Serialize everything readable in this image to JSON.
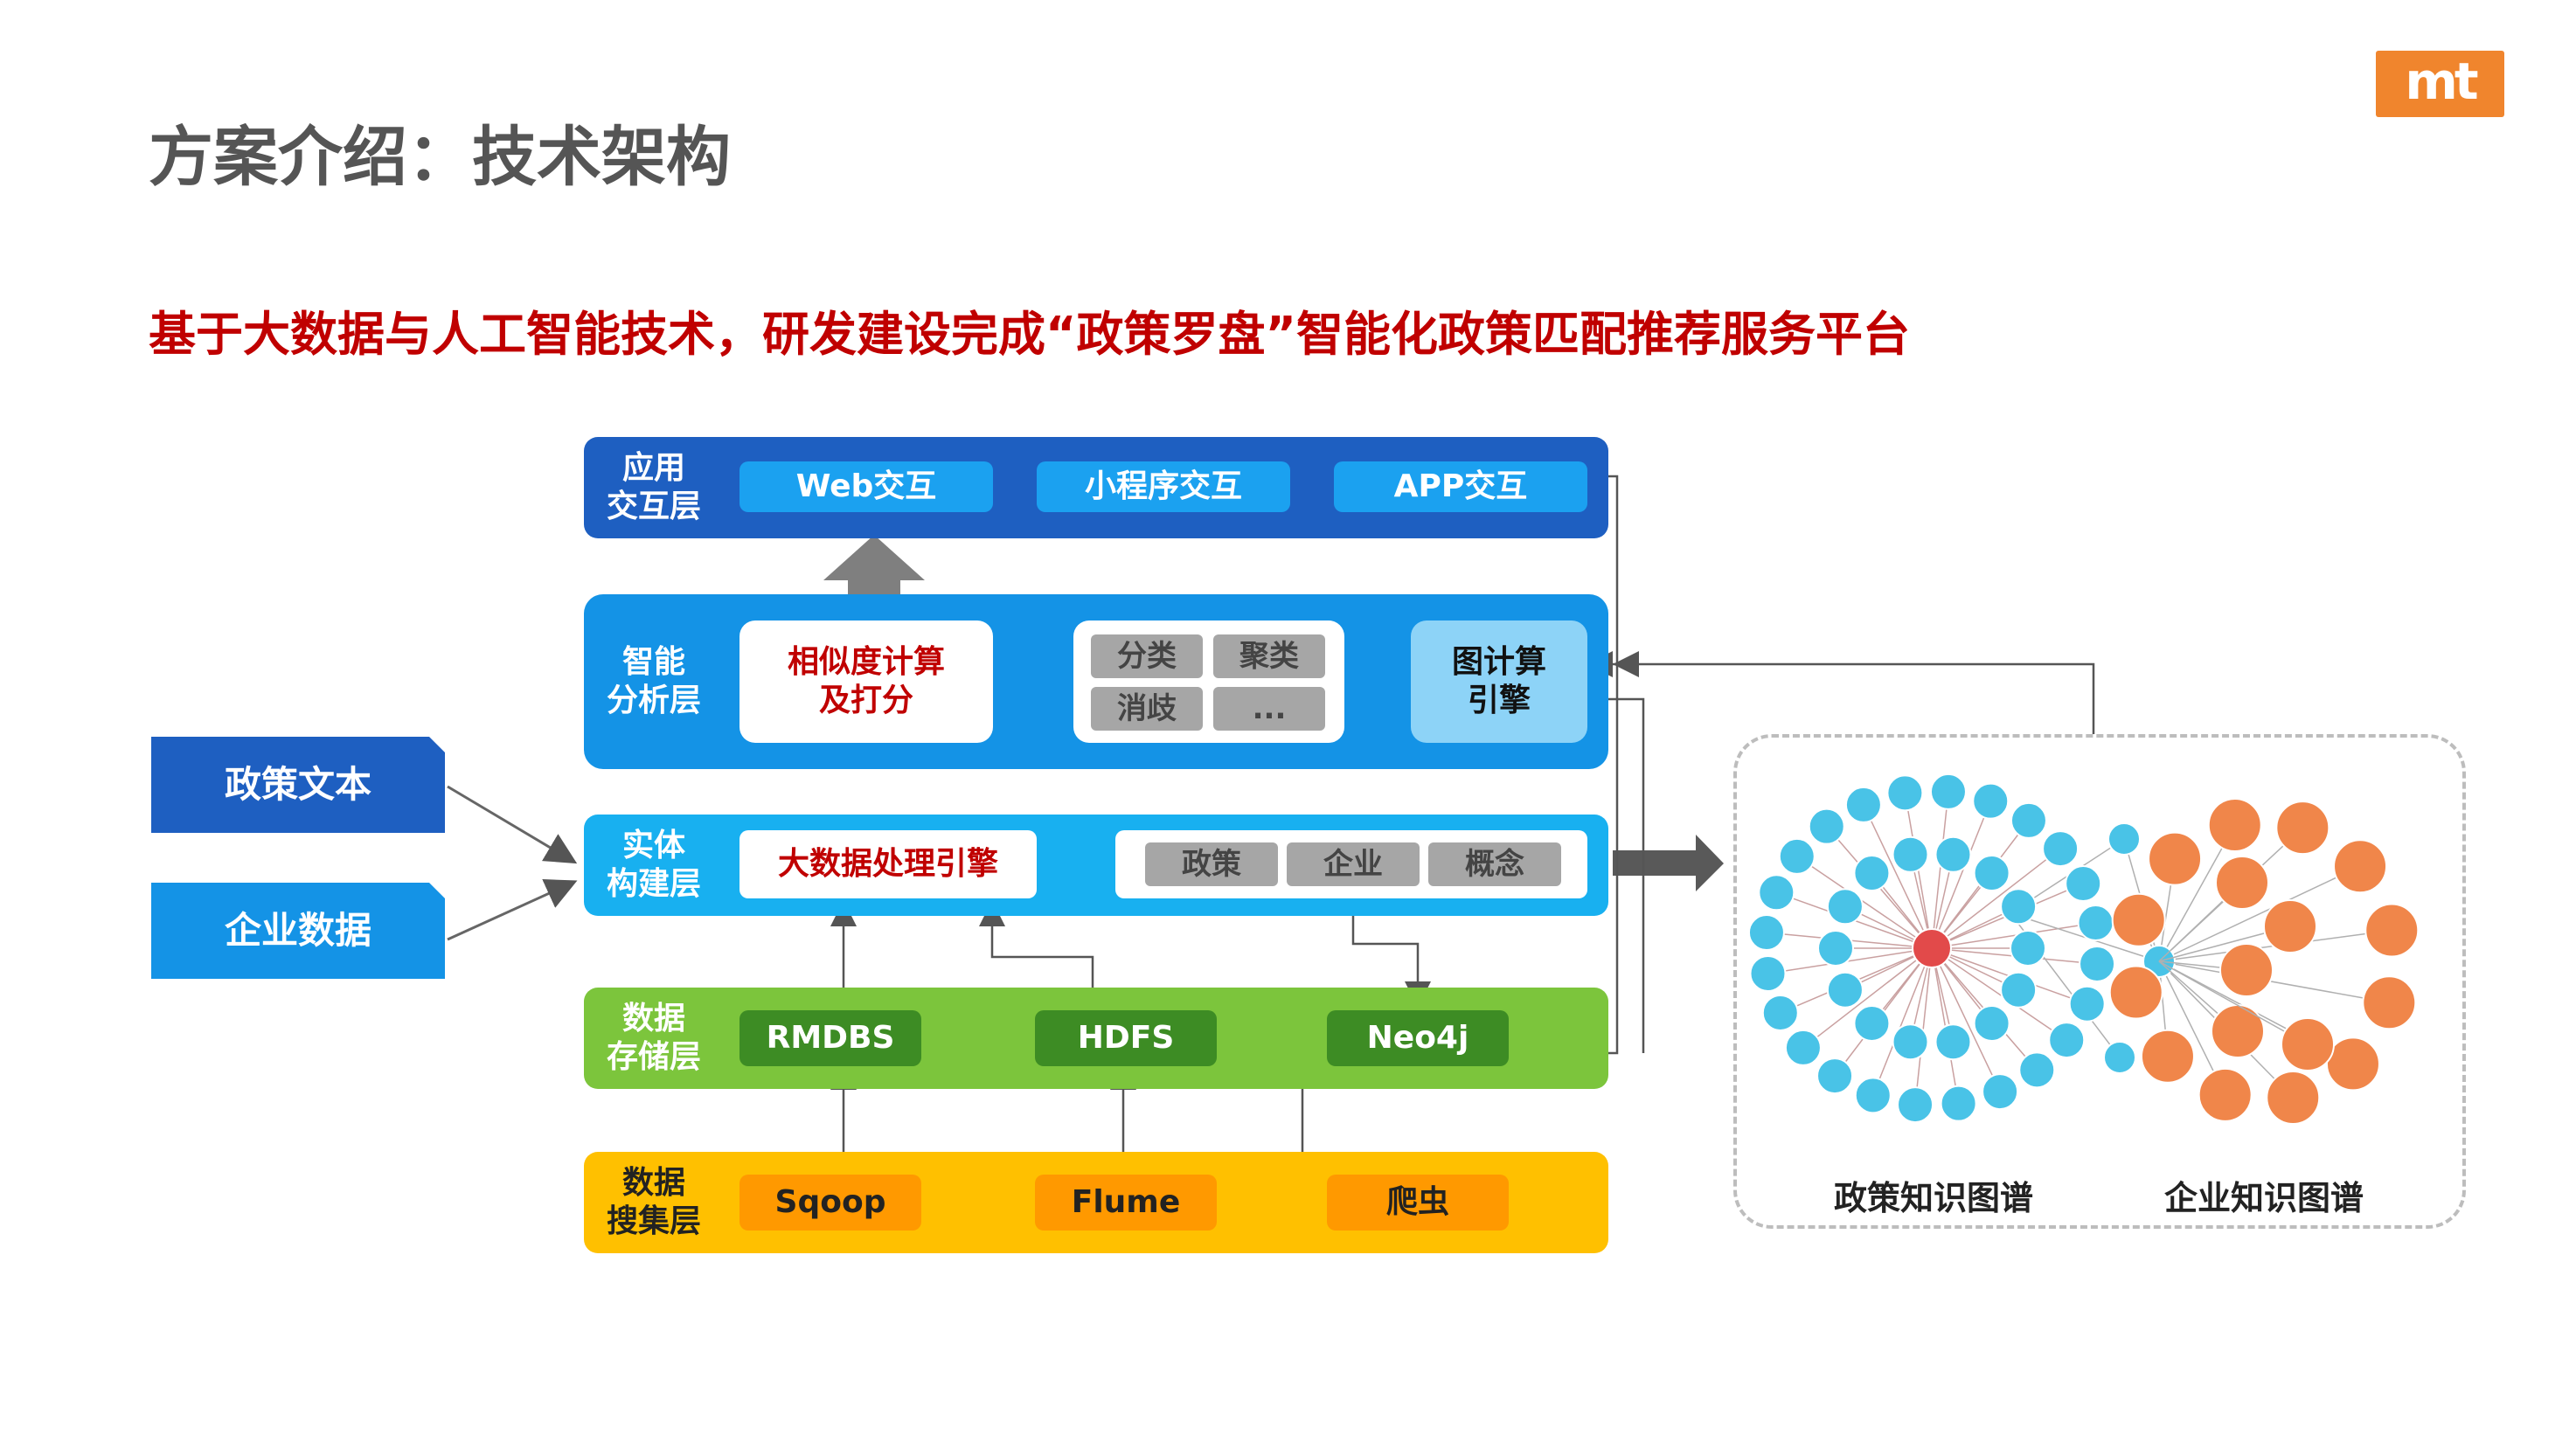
{
  "header": {
    "logo_text": "mt",
    "title": "方案介绍：技术架构",
    "subtitle": "基于大数据与人工智能技术，研发建设完成“政策罗盘”智能化政策匹配推荐服务平台"
  },
  "inputs": {
    "policy_text": "政策文本",
    "enterprise_data": "企业数据"
  },
  "layers": {
    "app": {
      "label": "应用交互层",
      "label_line1": "应用",
      "label_line2": "交互层",
      "items": [
        "Web交互",
        "小程序交互",
        "APP交互"
      ]
    },
    "analysis": {
      "label_line1": "智能",
      "label_line2": "分析层",
      "similarity_line1": "相似度计算",
      "similarity_line2": "及打分",
      "ops": [
        "分类",
        "聚类",
        "消歧",
        "..."
      ],
      "engine_line1": "图计算",
      "engine_line2": "引擎"
    },
    "entity": {
      "label_line1": "实体",
      "label_line2": "构建层",
      "engine": "大数据处理引擎",
      "entities": [
        "政策",
        "企业",
        "概念"
      ]
    },
    "storage": {
      "label_line1": "数据",
      "label_line2": "存储层",
      "items": [
        "RMDBS",
        "HDFS",
        "Neo4j"
      ]
    },
    "collection": {
      "label_line1": "数据",
      "label_line2": "搜集层",
      "items": [
        "Sqoop",
        "Flume",
        "爬虫"
      ]
    }
  },
  "knowledge_graphs": {
    "policy_graph": "政策知识图谱",
    "enterprise_graph": "企业知识图谱"
  },
  "colors": {
    "app_layer": "#1e5fc1",
    "analysis_layer": "#1493e6",
    "entity_layer": "#18b0f0",
    "storage_layer": "#7cc53c",
    "collection_layer": "#ffc000",
    "policy_node": "#49c3e7",
    "enterprise_node": "#f0864a",
    "title_red": "#c00000",
    "logo": "#f0852d"
  }
}
